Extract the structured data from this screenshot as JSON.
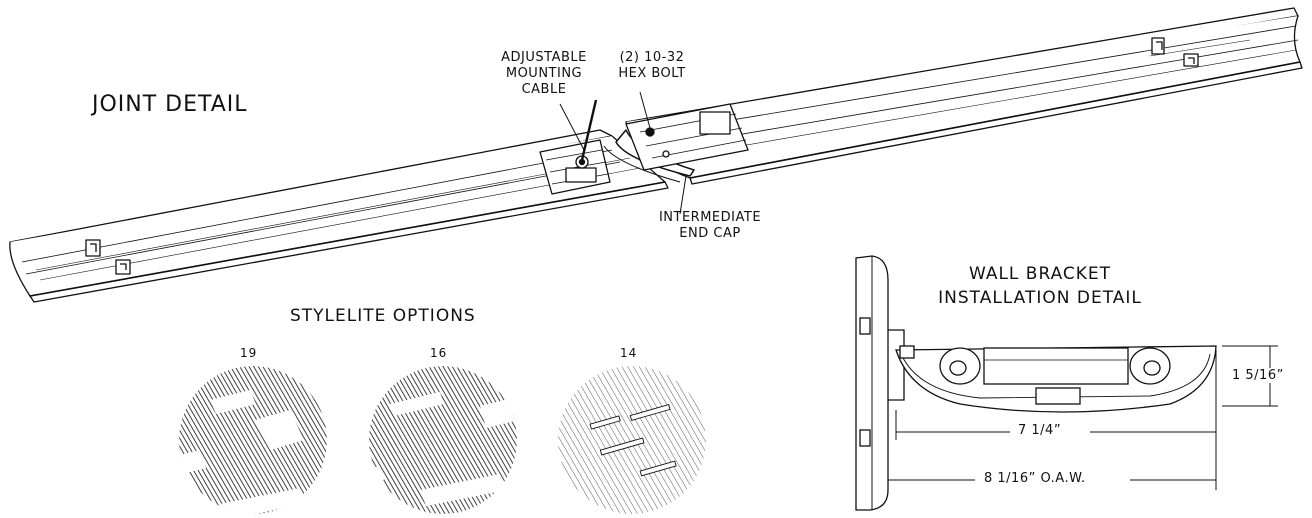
{
  "joint_detail": {
    "title": "JOINT DETAIL",
    "callouts": {
      "mounting_cable": [
        "ADJUSTABLE",
        "MOUNTING",
        "CABLE"
      ],
      "hex_bolt": [
        "(2) 10-32",
        "HEX BOLT"
      ],
      "end_cap": [
        "INTERMEDIATE",
        "END CAP"
      ]
    }
  },
  "stylelite_options": {
    "title": "STYLELITE OPTIONS",
    "options": [
      {
        "label": "19",
        "pattern": "large-cutouts"
      },
      {
        "label": "16",
        "pattern": "slots"
      },
      {
        "label": "14",
        "pattern": "fine-perforation"
      }
    ]
  },
  "wall_bracket": {
    "title_line1": "WALL BRACKET",
    "title_line2": "INSTALLATION DETAIL",
    "dimensions": {
      "height": "1 5/16”",
      "inner_width": "7 1/4”",
      "overall_width": "8 1/16” O.A.W."
    }
  },
  "colors": {
    "line": "#111111",
    "background": "#ffffff"
  }
}
